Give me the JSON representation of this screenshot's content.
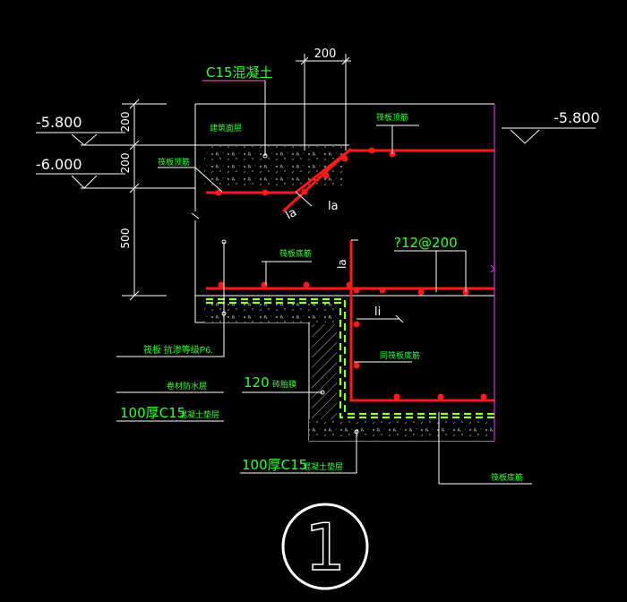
{
  "labels": {
    "c15_concrete": "C15混凝土",
    "dim_200_top": "200",
    "building_surface": "建筑面层",
    "raft_top_bar_left": "筏板顶筋",
    "raft_top_bar_right": "筏板顶筋",
    "elev_left_1": "-5.800",
    "elev_left_2": "-6.000",
    "elev_right": "-5.800",
    "dim_200_a": "200",
    "dim_200_b": "200",
    "dim_500": "500",
    "la_1": "la",
    "la_2": "la",
    "la_3": "la",
    "li": "li",
    "raft_bottom_bar_left": "筏板底筋",
    "rebar_spec": "?12@200",
    "raft_impermeable": "筏板  抗渗等级P6.",
    "waterproof_layer": "卷材防水层",
    "brick_film": "120",
    "brick_film_suffix": "砖胎膜",
    "cushion_left": "100厚C15",
    "cushion_left_suffix": "混凝土垫层",
    "same_raft_bottom": "同筏板底筋",
    "cushion_bottom": "100厚C15",
    "cushion_bottom_suffix": "混凝土垫层",
    "raft_bottom_bar_right": "筏板底筋",
    "detail_number": "1"
  },
  "colors": {
    "structure": "#ffffff",
    "rebar": "#ff1a1a",
    "dimension": "#ffffff",
    "annotation_text": "#33ff33",
    "leader": "#ffffff",
    "waterproof": "#99ff33",
    "magenta": "#ff33ff",
    "pink_line": "#ff66cc"
  }
}
